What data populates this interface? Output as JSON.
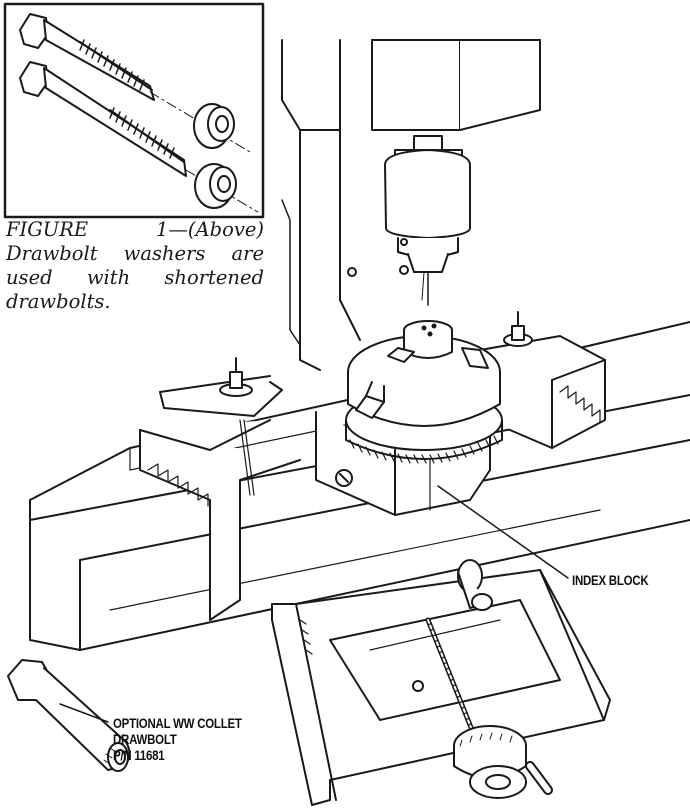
{
  "figure": {
    "caption": "FIGURE 1—(Above) Drawbolt washers are used with shortened drawbolts."
  },
  "callouts": {
    "index_block": "INDEX BLOCK",
    "collet_line1": "OPTIONAL WW COLLET",
    "collet_line2": "DRAWBOLT",
    "collet_line3": "P/N 11681"
  },
  "colors": {
    "ink": "#1a1a1a",
    "paper": "#ffffff"
  }
}
